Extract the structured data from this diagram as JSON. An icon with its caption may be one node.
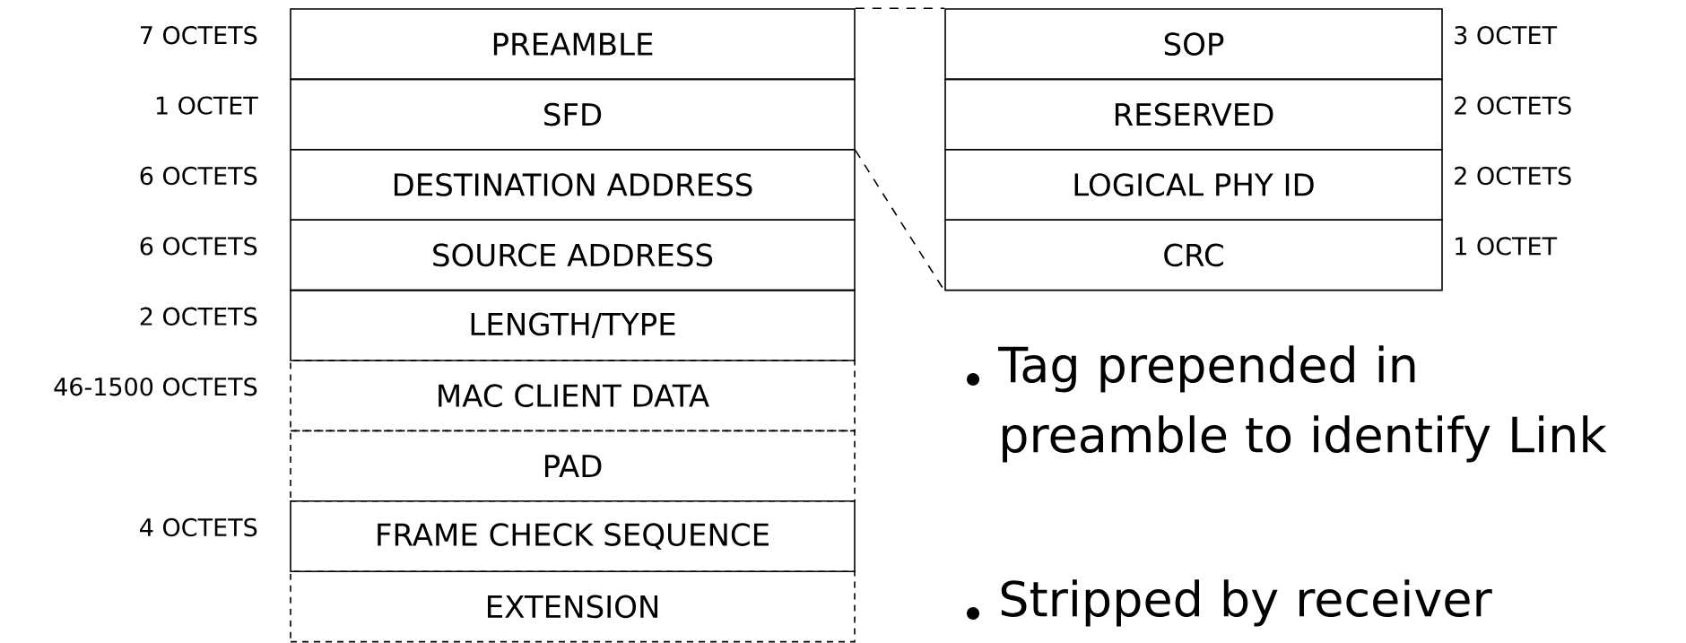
{
  "diagram": {
    "nodes": [
      {
        "text": [
          "PREAMBLE"
        ],
        "beside": [
          "7 OCTETS"
        ]
      },
      {
        "text": [
          "SFD"
        ],
        "beside": [
          "1 OCTET"
        ]
      },
      {
        "text": [
          "DESTINATION ADDRESS"
        ],
        "beside": [
          "6 OCTETS"
        ]
      },
      {
        "text": [
          "SOURCE ADDRESS"
        ],
        "beside": [
          "6 OCTETS"
        ]
      },
      {
        "text": [
          "LENGTH/TYPE"
        ],
        "beside": [
          "2 OCTETS"
        ]
      },
      {
        "text": [
          "MAC CLIENT DATA"
        ],
        "beside": [
          "46-1500 OCTETS"
        ]
      },
      {
        "text": [
          "PAD"
        ]
      },
      {
        "text": [
          "FRAME CHECK SEQUENCE"
        ],
        "beside": [
          "4 OCTETS"
        ]
      },
      {
        "text": [
          "EXTENSION"
        ]
      },
      {
        "text": [
          "SOP"
        ],
        "beside": [
          "3 OCTET"
        ]
      },
      {
        "text": [
          "RESERVED"
        ],
        "beside": [
          "2 OCTETS"
        ]
      },
      {
        "text": [
          "LOGICAL PHY ID"
        ],
        "beside": [
          "2 OCTETS"
        ]
      },
      {
        "text": [
          "CRC"
        ],
        "beside": [
          "1 OCTET"
        ]
      }
    ],
    "edges": [
      {
        "from": 0,
        "to": 9,
        "arrow": "none",
        "style": "dashed"
      },
      {
        "from": 1,
        "to": 12,
        "arrow": "none",
        "style": "dashed"
      }
    ],
    "labels": [
      "Tag prepended in preamble to identify Link",
      "Stripped by receiver"
    ]
  }
}
